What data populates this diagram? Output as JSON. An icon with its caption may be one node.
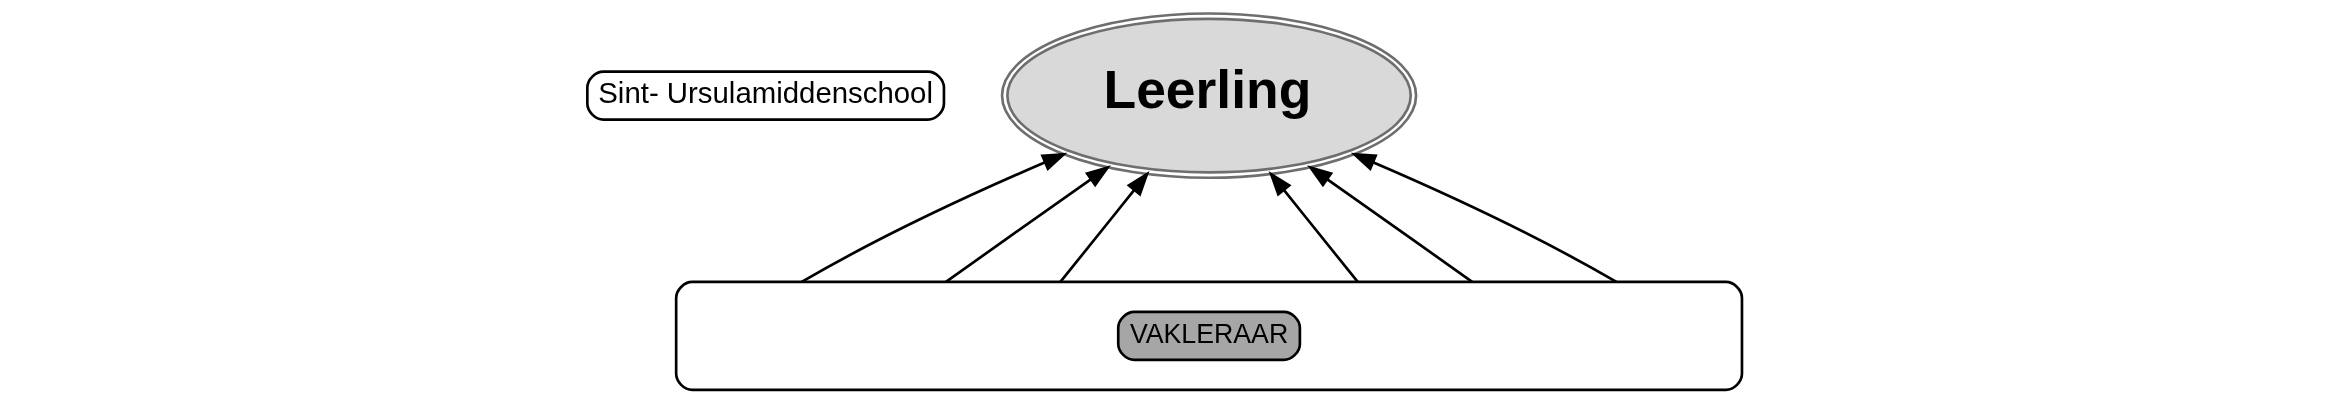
{
  "diagram": {
    "nodes": [
      {
        "text": [
          "Sint- Ursulamiddenschool"
        ]
      },
      {
        "text": [
          "Leerling"
        ]
      },
      {
        "text": [],
        "shape": "box"
      },
      {
        "text": [
          "VAKLERAAR"
        ],
        "in": 2
      }
    ],
    "edges": [
      {
        "from": 2,
        "to": 1,
        "arrow": "to"
      },
      {
        "from": 2,
        "to": 1,
        "arrow": "to"
      },
      {
        "from": 2,
        "to": 1,
        "arrow": "to"
      },
      {
        "from": 2,
        "to": 1,
        "arrow": "to"
      },
      {
        "from": 2,
        "to": 1,
        "arrow": "to"
      },
      {
        "from": 2,
        "to": 1,
        "arrow": "to"
      }
    ]
  }
}
